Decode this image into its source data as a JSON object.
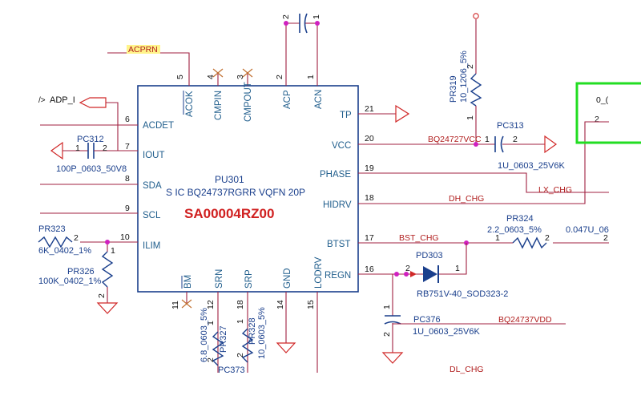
{
  "ic": {
    "ref": "PU301",
    "desc": "S IC BQ24737RGRR VQFN 20P",
    "part": "SA00004RZ00",
    "pins_left": [
      {
        "num": "6",
        "name": "ACDET"
      },
      {
        "num": "7",
        "name": "IOUT"
      },
      {
        "num": "8",
        "name": "SDA"
      },
      {
        "num": "9",
        "name": "SCL"
      },
      {
        "num": "10",
        "name": "ILIM"
      }
    ],
    "pins_right": [
      {
        "num": "21",
        "name": "TP"
      },
      {
        "num": "20",
        "name": "VCC"
      },
      {
        "num": "19",
        "name": "PHASE"
      },
      {
        "num": "18",
        "name": "HIDRV"
      },
      {
        "num": "17",
        "name": "BTST"
      },
      {
        "num": "16",
        "name": "REGN"
      }
    ],
    "pins_top": [
      {
        "num": "5",
        "name": "ACOK"
      },
      {
        "num": "4",
        "name": "CMPIN"
      },
      {
        "num": "3",
        "name": "CMPOUT"
      },
      {
        "num": "2",
        "name": "ACP"
      },
      {
        "num": "1",
        "name": "ACN"
      }
    ],
    "pins_bottom": [
      {
        "num": "11",
        "name": "BM"
      },
      {
        "num": "12",
        "name": "SRN"
      },
      {
        "num": "18",
        "name": "SRP"
      },
      {
        "num": "14",
        "name": "GND"
      },
      {
        "num": "15",
        "name": "LODRV"
      }
    ]
  },
  "nets": {
    "acprn": "ACPRN",
    "adp_i": "ADP_I",
    "adp_prefix": "/>",
    "vcc": "BQ24727VCC",
    "dh": "DH_CHG",
    "lx": "LX_CHG",
    "bst": "BST_CHG",
    "vdd": "BQ24737VDD",
    "dl": "DL_CHG"
  },
  "parts": {
    "pc312": {
      "ref": "PC312",
      "val": "100P_0603_50V8",
      "p1": "1",
      "p2": "2"
    },
    "pr323": {
      "ref": "PR323",
      "val": "6K_0402_1%",
      "p2": "2"
    },
    "pr326": {
      "ref": "PR326",
      "val": "100K_0402_1%",
      "p1": "1",
      "p2": "2"
    },
    "pr319": {
      "ref": "PR319",
      "val": "10_1206_5%",
      "p1": "1",
      "p2": "2"
    },
    "pc313": {
      "ref": "PC313",
      "val": "1U_0603_25V6K",
      "p1": "1",
      "p2": "2"
    },
    "pr324": {
      "ref": "PR324",
      "val": "2.2_0603_5%",
      "p1": "1",
      "p2": "2"
    },
    "c_right": {
      "val": "0.047U_06",
      "p2": "2"
    },
    "pd303": {
      "ref": "PD303",
      "val": "RB751V-40_SOD323-2",
      "p1": "1",
      "p2": "2"
    },
    "pc376": {
      "ref": "PC376",
      "val": "1U_0603_25V6K",
      "p1": "1",
      "p2": "2"
    },
    "pr327": {
      "ref": "PR327",
      "val": "6.8_0603_5%",
      "p1": "1",
      "p2": "2"
    },
    "pr328": {
      "ref": "PR328",
      "val": "10_0603_5%",
      "p1": "1",
      "p2": "2"
    },
    "pc373": {
      "ref": "PC373"
    },
    "ctop": {
      "p1": "1",
      "p2": "2"
    },
    "box": {
      "val": "0_(",
      "pin": "2"
    }
  }
}
